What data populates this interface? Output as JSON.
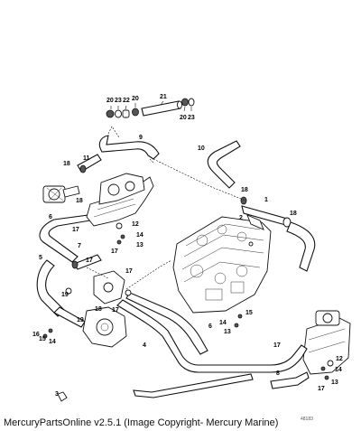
{
  "caption": "MercuryPartsOnline v2.5.1 (Image Copyright- Mercury Marine)",
  "figure_id": "48183",
  "callouts": {
    "c20a": "20",
    "c23a": "23",
    "c22": "22",
    "c20b": "20",
    "c21": "21",
    "c20c": "20",
    "c23b": "23",
    "c9": "9",
    "c10": "10",
    "c11": "11",
    "c18a": "18",
    "c18b": "18",
    "c18c": "18",
    "c18d": "18",
    "c18e": "18",
    "c1": "1",
    "c2": "2",
    "c6a": "6",
    "c6b": "6",
    "c12a": "12",
    "c14a": "14",
    "c13a": "13",
    "c17a": "17",
    "c17b": "17",
    "c17c": "17",
    "c17d": "17",
    "c17e": "17",
    "c17f": "17",
    "c17g": "17",
    "c7": "7",
    "c5": "5",
    "c19a": "19",
    "c19b": "19",
    "c15a": "15",
    "c15b": "15",
    "c16": "16",
    "c14b": "14",
    "c14c": "14",
    "c14d": "14",
    "c13b": "13",
    "c13c": "13",
    "c4": "4",
    "c8": "8",
    "c12b": "12",
    "c3": "3"
  },
  "colors": {
    "line": "#111111",
    "background": "#ffffff",
    "fill_dark": "#555555"
  }
}
